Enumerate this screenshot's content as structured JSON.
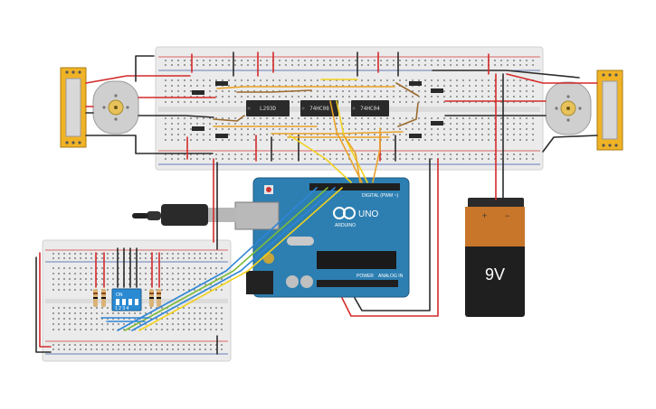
{
  "chips": [
    {
      "id": "u1",
      "label": "L293D"
    },
    {
      "id": "u2",
      "label": "74HC08"
    },
    {
      "id": "u3",
      "label": "74HC04"
    }
  ],
  "arduino": {
    "brand": "ARDUINO",
    "model": "UNO",
    "header_digital": "DIGITAL (PWM ~)",
    "header_power": "POWER",
    "header_analog": "ANALOG IN"
  },
  "battery": {
    "label": "9V",
    "plus": "+",
    "minus": "−"
  },
  "dip_switch": {
    "label": "ON",
    "positions": "1 2 3 4"
  },
  "colors": {
    "wire_red": "#d42a2a",
    "wire_black": "#2b2b2b",
    "wire_orange": "#e9a227",
    "wire_yellow": "#f2d21d",
    "wire_blue": "#2f86d6",
    "wire_green": "#7dbb3a",
    "wire_brown": "#9b6a2f",
    "board_blue": "#2d7fb2",
    "breadboard": "#ececec",
    "battery_orange": "#c8762a"
  }
}
